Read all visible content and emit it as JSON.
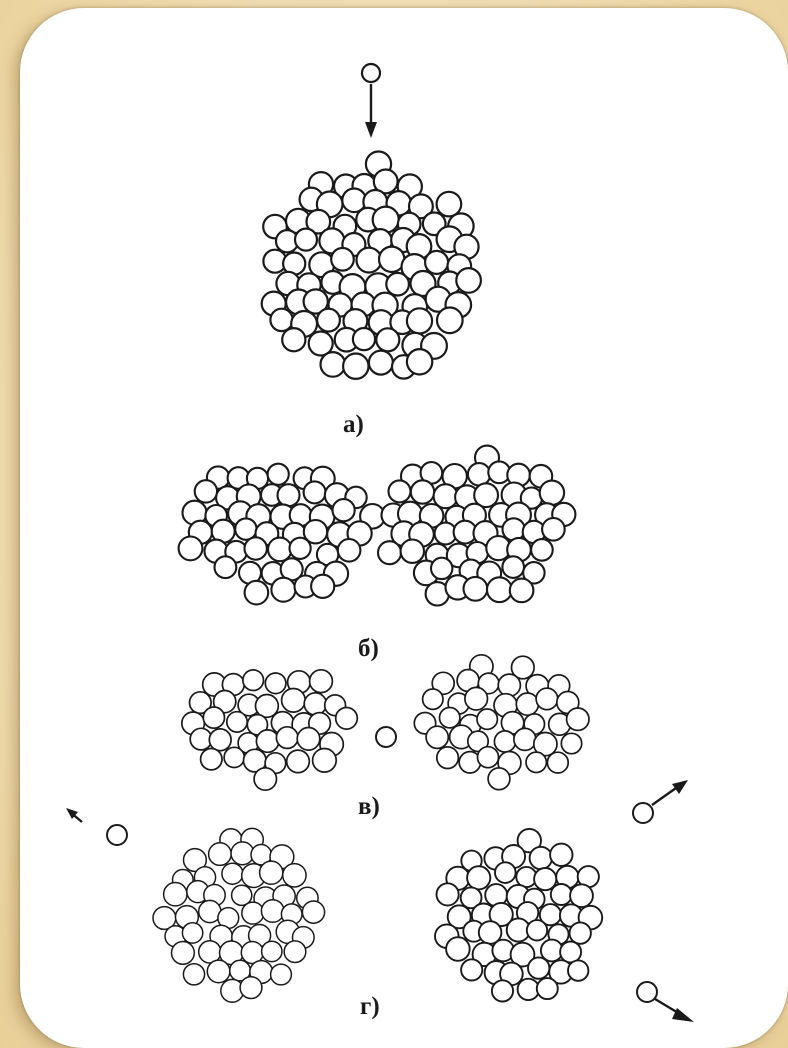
{
  "labels": {
    "a": "а)",
    "b": "б)",
    "c": "в)",
    "d": "г)"
  },
  "colors": {
    "background": "#f3e1b8",
    "panel": "#ffffff",
    "stroke": "#1a1a1a"
  }
}
